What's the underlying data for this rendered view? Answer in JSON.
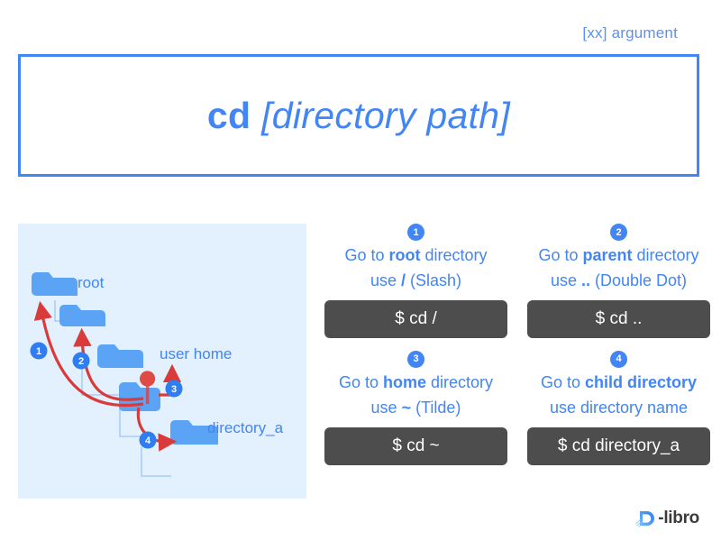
{
  "header": {
    "note": "[xx] argument"
  },
  "title": {
    "command": "cd",
    "argument": "[directory path]"
  },
  "diagram": {
    "panel_bg": "#e3f0fd",
    "folder_color": "#5ba4f5",
    "arrow_color": "#d93b3b",
    "labels": {
      "root": "root",
      "user_home": "user home",
      "directory_a": "directory_a"
    },
    "markers": [
      "1",
      "2",
      "3",
      "4"
    ]
  },
  "cards": [
    {
      "badge": "1",
      "line1_pre": "Go to ",
      "line1_bold": "root",
      "line1_post": " directory",
      "line2_pre": "use ",
      "line2_bold": "/",
      "line2_post": " (Slash)",
      "command": "$ cd /"
    },
    {
      "badge": "2",
      "line1_pre": "Go to ",
      "line1_bold": "parent",
      "line1_post": " directory",
      "line2_pre": "use ",
      "line2_bold": "..",
      "line2_post": " (Double Dot)",
      "command": "$ cd .."
    },
    {
      "badge": "3",
      "line1_pre": "Go to ",
      "line1_bold": "home",
      "line1_post": " directory",
      "line2_pre": "use ",
      "line2_bold": "~",
      "line2_post": " (Tilde)",
      "command": "$ cd ~"
    },
    {
      "badge": "4",
      "line1_pre": "Go to ",
      "line1_bold": "child directory",
      "line1_post": "",
      "line2_pre": "use directory name",
      "line2_bold": "",
      "line2_post": "",
      "command": "$ cd directory_a"
    }
  ],
  "footer": {
    "logo_text": "-libro",
    "logo_letter": "D"
  },
  "colors": {
    "accent": "#4285f4",
    "command_bg": "#4d4d4d",
    "panel": "#e3f0fd"
  }
}
